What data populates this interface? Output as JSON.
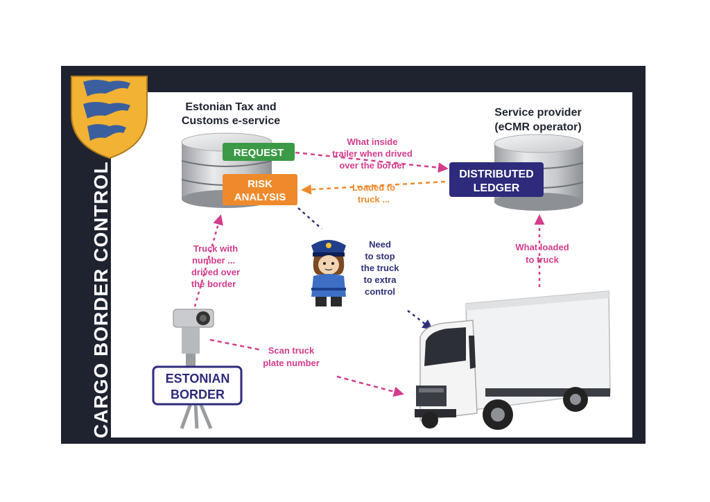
{
  "side_title": "CARGO BORDER CONTROL",
  "customs": {
    "title_line1": "Estonian Tax and",
    "title_line2": "Customs e-service"
  },
  "provider": {
    "title_line1": "Service provider",
    "title_line2": "(eCMR operator)"
  },
  "badges": {
    "request": "REQUEST",
    "risk_line1": "RISK",
    "risk_line2": "ANALYSIS",
    "ledger_line1": "DISTRIBUTED",
    "ledger_line2": "LEDGER",
    "border_line1": "ESTONIAN",
    "border_line2": "BORDER"
  },
  "labels": {
    "what_inside": [
      "What inside",
      "trailer when drived",
      "over the border"
    ],
    "loaded_to": [
      "Loaded to",
      "truck ..."
    ],
    "truck_with": [
      "Truck with",
      "number ...",
      "drived over",
      "the border"
    ],
    "need_stop": [
      "Need",
      "to stop",
      "the truck",
      "to extra",
      "control"
    ],
    "what_loaded": [
      "What loaded",
      "to truck"
    ],
    "scan_truck": [
      "Scan truck",
      "plate number"
    ]
  },
  "colors": {
    "frame": "#1f2330",
    "pink": "#d43c8c",
    "orange": "#ef8a2c",
    "navy": "#2f2f7a",
    "request_green": "#3a9a45",
    "ledger_purple": "#2e2a7c",
    "coat_yellow": "#f2b233",
    "coat_blue": "#3b5f9e"
  },
  "icons": [
    "coat-of-arms-icon",
    "database-icon",
    "police-officer-icon",
    "surveillance-camera-icon",
    "box-truck-icon"
  ]
}
